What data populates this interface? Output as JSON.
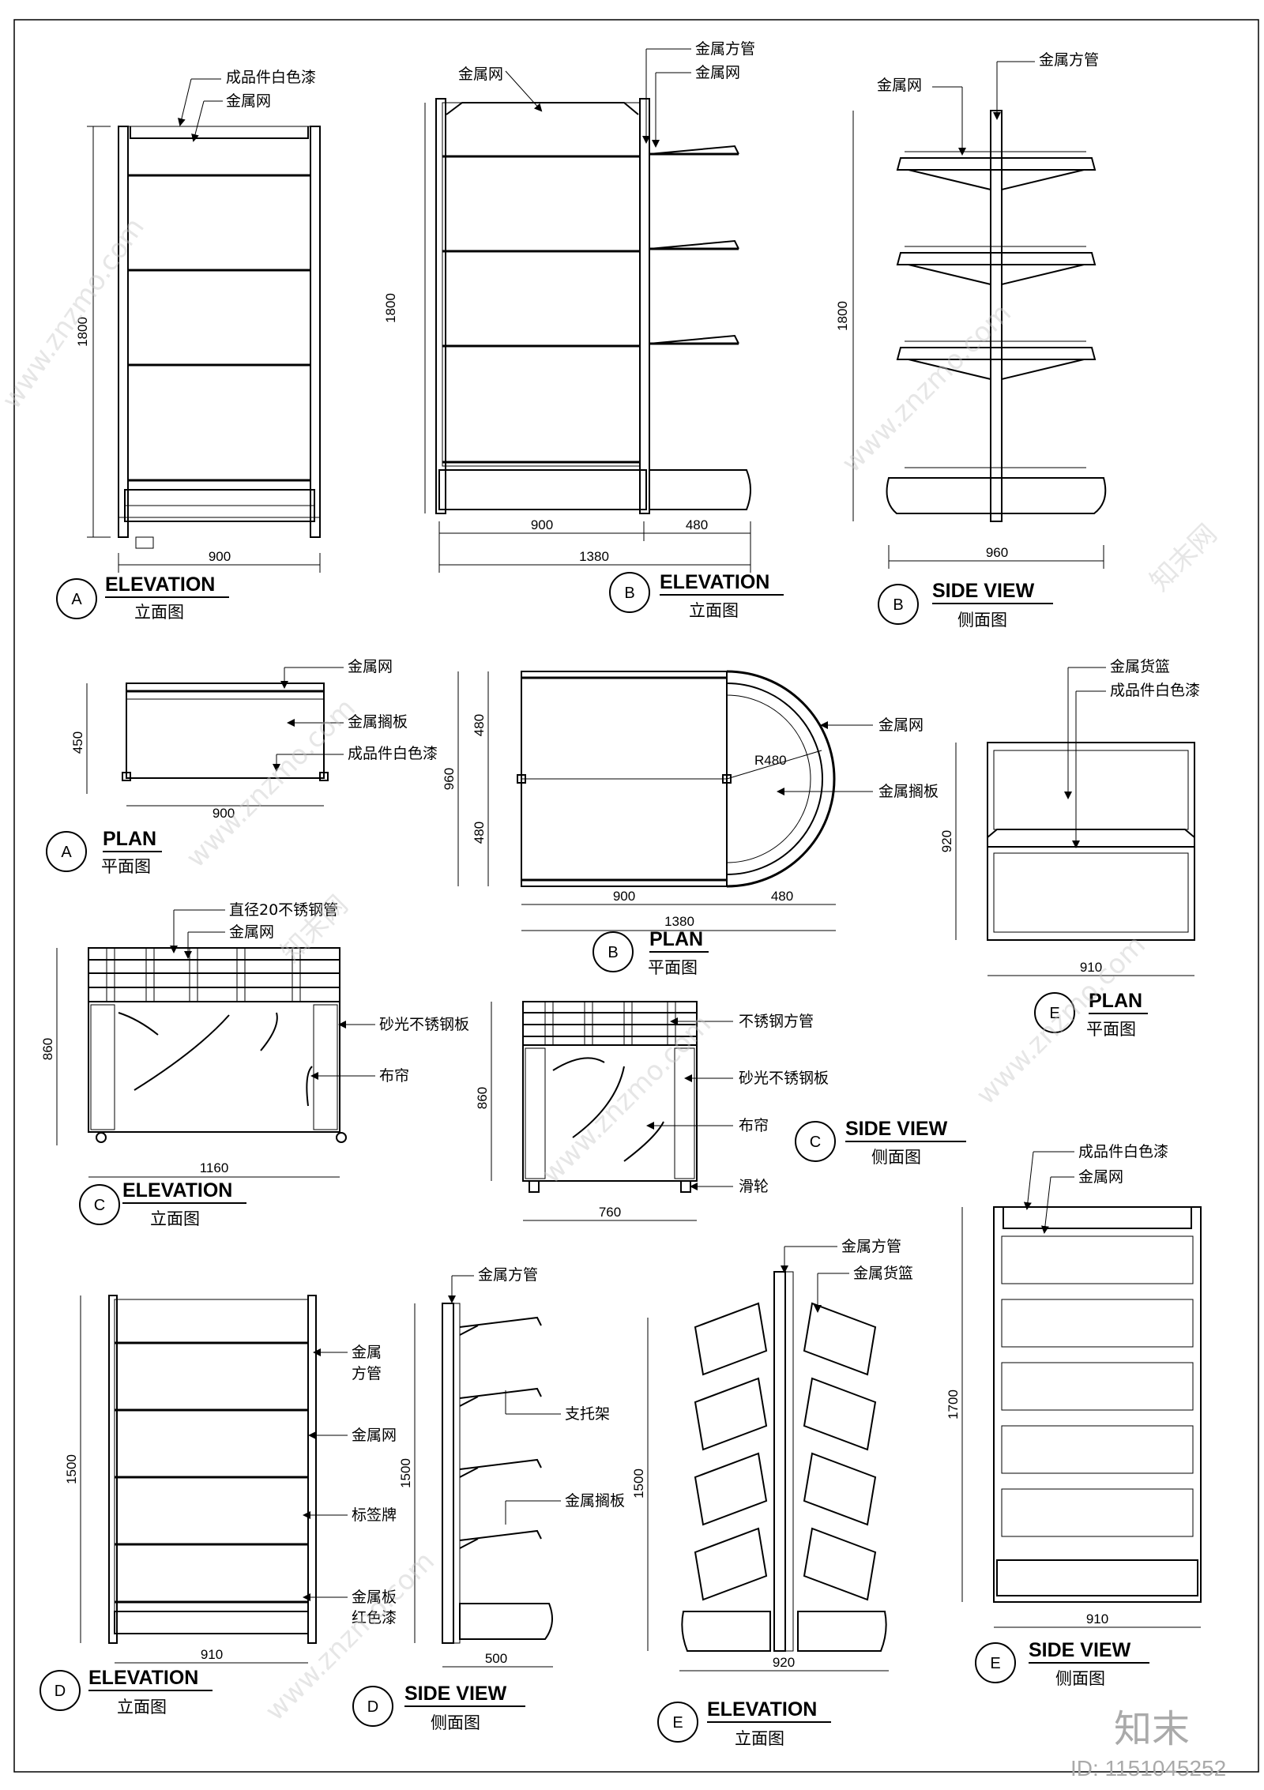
{
  "titles": {
    "elevation": "ELEVATION",
    "side_view": "SIDE VIEW",
    "plan": "PLAN",
    "elevation_cn": "立面图",
    "side_view_cn": "侧面图",
    "plan_cn": "平面图"
  },
  "markers": {
    "a": "A",
    "b": "B",
    "c": "C",
    "d": "D",
    "e": "E"
  },
  "labels": {
    "finished_white_paint": "成品件白色漆",
    "metal_mesh": "金属网",
    "metal_square_tube": "金属方管",
    "metal_shelf": "金属搁板",
    "metal_basket": "金属货篮",
    "ss_pipe_d20": "直径20不锈钢管",
    "brushed_ss_plate": "砂光不锈钢板",
    "curtain": "布帘",
    "ss_square_tube": "不锈钢方管",
    "caster": "滑轮",
    "support_bracket": "支托架",
    "label_card": "标签牌",
    "metal_plate": "金属板",
    "red_paint": "红色漆",
    "metal_square_tube_line1": "金属",
    "metal_square_tube_line2": "方管",
    "radius": "R480"
  },
  "dims": {
    "d1800": "1800",
    "d900": "900",
    "d480": "480",
    "d1380": "1380",
    "d960": "960",
    "d450": "450",
    "d920": "920",
    "d910": "910",
    "d860": "860",
    "d1160": "1160",
    "d760": "760",
    "d1500": "1500",
    "d500": "500",
    "d1700": "1700"
  },
  "watermark": {
    "site": "www.znzmo.com",
    "brand": "知末网",
    "logo": "知末",
    "id": "ID: 1151045252"
  }
}
